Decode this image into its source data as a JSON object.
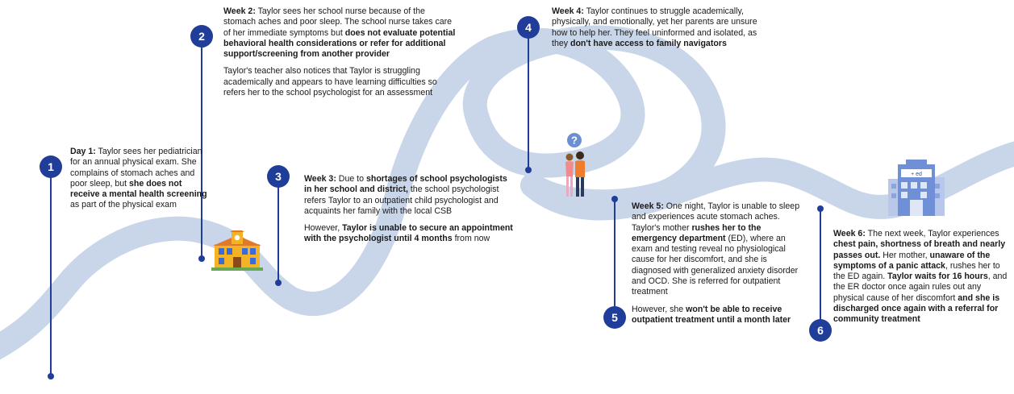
{
  "steps": [
    {
      "number": "1",
      "paragraphs": [
        [
          {
            "t": "Day 1:",
            "b": true
          },
          {
            "t": " Taylor sees her pediatrician for an annual physical exam. She complains of stomach aches and poor sleep, but "
          },
          {
            "t": "she does not receive a mental health screening",
            "b": true
          },
          {
            "t": " as part of the physical exam"
          }
        ]
      ]
    },
    {
      "number": "2",
      "paragraphs": [
        [
          {
            "t": "Week 2:",
            "b": true
          },
          {
            "t": " Taylor sees her school nurse because of the stomach aches and poor sleep. The school nurse takes care of her immediate symptoms but "
          },
          {
            "t": "does not evaluate potential behavioral health considerations or refer for additional support/screening from another provider",
            "b": true
          }
        ],
        [
          {
            "t": "Taylor's teacher also notices that Taylor is struggling academically and appears to have learning difficulties so refers her to the school psychologist for an assessment"
          }
        ]
      ]
    },
    {
      "number": "3",
      "paragraphs": [
        [
          {
            "t": "Week 3:",
            "b": true
          },
          {
            "t": " Due to "
          },
          {
            "t": "shortages of school psychologists in her school and district,",
            "b": true
          },
          {
            "t": " the school psychologist refers Taylor to an outpatient child psychologist and acquaints her family with the local CSB"
          }
        ],
        [
          {
            "t": "However, "
          },
          {
            "t": "Taylor is unable to secure an appointment with the psychologist until 4 months",
            "b": true
          },
          {
            "t": " from now"
          }
        ]
      ]
    },
    {
      "number": "4",
      "paragraphs": [
        [
          {
            "t": "Week 4:",
            "b": true
          },
          {
            "t": " Taylor continues to struggle academically, physically, and emotionally, yet her parents are unsure how to help her. They feel uninformed and isolated, as they "
          },
          {
            "t": "don't have access to family navigators",
            "b": true
          }
        ]
      ]
    },
    {
      "number": "5",
      "paragraphs": [
        [
          {
            "t": "Week 5:",
            "b": true
          },
          {
            "t": " One night, Taylor is unable to sleep and experiences acute stomach aches. Taylor's mother "
          },
          {
            "t": "rushes her to the emergency department",
            "b": true
          },
          {
            "t": " (ED), where an exam and testing reveal no physiological cause for her discomfort, and she is diagnosed with generalized anxiety disorder and OCD. She is referred for outpatient treatment"
          }
        ],
        [
          {
            "t": "However, she "
          },
          {
            "t": "won't be able to receive outpatient treatment until a month later",
            "b": true
          }
        ]
      ]
    },
    {
      "number": "6",
      "paragraphs": [
        [
          {
            "t": "Week 6:",
            "b": true
          },
          {
            "t": " The next week, Taylor experiences "
          },
          {
            "t": "chest pain, shortness of breath and nearly passes out.",
            "b": true
          },
          {
            "t": " Her mother, "
          },
          {
            "t": "unaware of the symptoms of a panic attack",
            "b": true
          },
          {
            "t": ", rushes her to the ED again. "
          },
          {
            "t": "Taylor waits for 16 hours",
            "b": true
          },
          {
            "t": ", and the ER doctor once again rules out any physical cause of her discomfort "
          },
          {
            "t": "and she is discharged once again with a referral for community treatment",
            "b": true
          }
        ]
      ]
    }
  ],
  "icons": {
    "school": "school-building-icon",
    "parents": "parents-icon",
    "question": "question-mark-icon",
    "hospital": "hospital-building-icon",
    "hospital_sign": "+ ed"
  },
  "colors": {
    "road": "#c9d6e9",
    "accent": "#1f3d99",
    "text": "#1a1a1a"
  }
}
